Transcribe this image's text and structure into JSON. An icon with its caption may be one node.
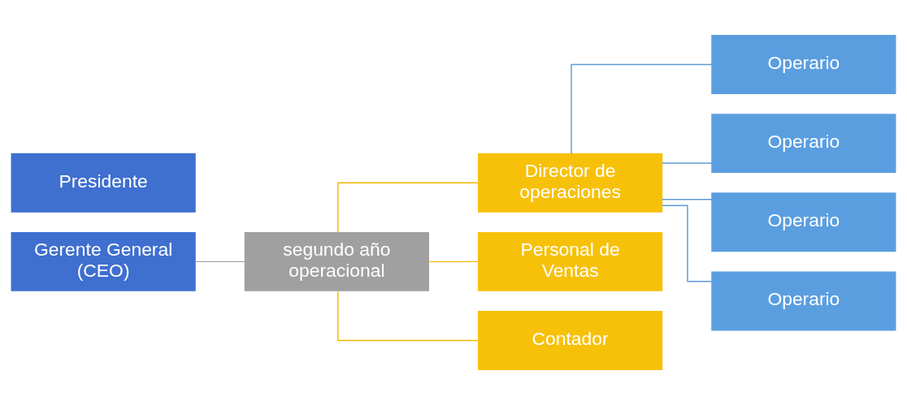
{
  "diagram": {
    "nodes": [
      {
        "text": [
          "Presidente"
        ]
      },
      {
        "text": [
          "Gerente General (CEO)"
        ]
      },
      {
        "text": [
          "segundo año operacional"
        ]
      },
      {
        "text": [
          "Director de operaciones"
        ]
      },
      {
        "text": [
          "Personal de Ventas"
        ]
      },
      {
        "text": [
          "Contador"
        ]
      },
      {
        "text": [
          "Operario"
        ]
      },
      {
        "text": [
          "Operario"
        ]
      },
      {
        "text": [
          "Operario"
        ]
      },
      {
        "text": [
          "Operario"
        ]
      }
    ],
    "edges": [
      {
        "from": 1,
        "to": 2,
        "arrow": "none",
        "color": "#a6a6a6"
      },
      {
        "from": 2,
        "to": 3,
        "arrow": "none",
        "color": "#f5b800"
      },
      {
        "from": 2,
        "to": 4,
        "arrow": "none",
        "color": "#f5b800"
      },
      {
        "from": 2,
        "to": 5,
        "arrow": "none",
        "color": "#f5b800"
      },
      {
        "from": 3,
        "to": 6,
        "arrow": "none"
      },
      {
        "from": 3,
        "to": 7,
        "arrow": "none"
      },
      {
        "from": 3,
        "to": 8,
        "arrow": "none"
      },
      {
        "from": 3,
        "to": 9,
        "arrow": "none"
      }
    ]
  }
}
